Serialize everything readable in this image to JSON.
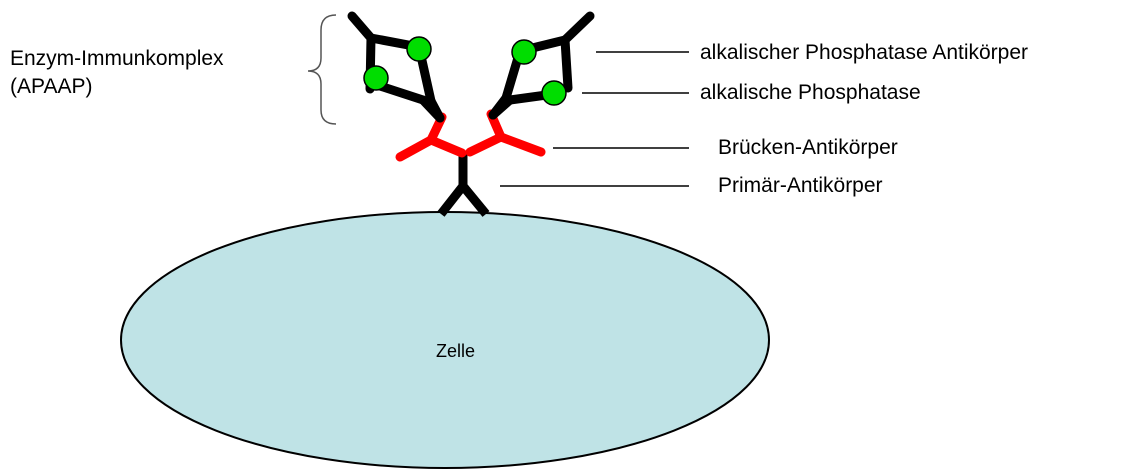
{
  "labels": {
    "complex_line1": "Enzym-Immunkomplex",
    "complex_line2": "(APAAP)",
    "ap_antibody": "alkalischer Phosphatase Antikörper",
    "ap": "alkalische Phosphatase",
    "bridge_antibody": "Brücken-Antikörper",
    "primary_antibody": "Primär-Antikörper",
    "cell": "Zelle"
  },
  "colors": {
    "cell_fill": "#bfe3e6",
    "outline": "#000000",
    "antibody_black": "#000000",
    "bridge_red": "#ff0000",
    "enzyme_green": "#00dd00"
  },
  "icons": {
    "enzyme": "green-circle",
    "antibody": "y-shape",
    "brace": "curly-brace"
  }
}
